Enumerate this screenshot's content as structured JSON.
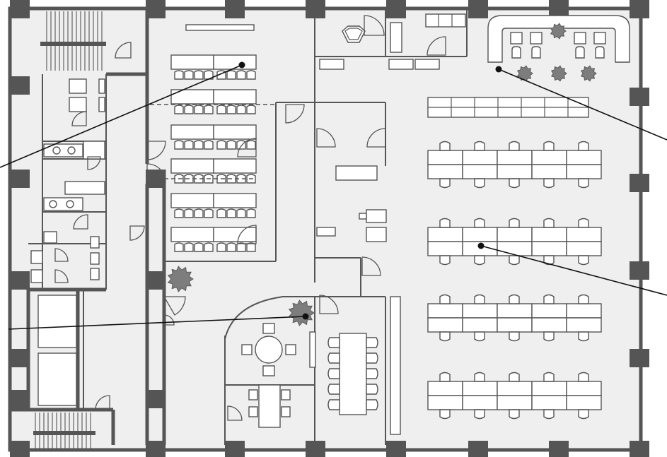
{
  "plan": {
    "zones": [
      {
        "id": "training-room",
        "kind": "classroom"
      },
      {
        "id": "lounge",
        "kind": "reception-lounge"
      },
      {
        "id": "open-office",
        "kind": "workstations"
      },
      {
        "id": "meeting-pod",
        "kind": "round-table"
      }
    ],
    "callouts": [
      {
        "id": "callout-training",
        "target": "training-room"
      },
      {
        "id": "callout-lounge",
        "target": "lounge"
      },
      {
        "id": "callout-open-office",
        "target": "open-office"
      },
      {
        "id": "callout-plant",
        "target": "meeting-pod"
      }
    ],
    "icons": {
      "plant": "plant-icon",
      "door": "door-swing-icon",
      "stairs": "stairs-icon",
      "toilet": "toilet-icon",
      "sink": "sink-icon"
    },
    "colors": {
      "wall": "#555555",
      "floor": "#efefef",
      "furniture": "#ffffff",
      "plant": "#7d7d7d",
      "leader": "#111111"
    }
  }
}
